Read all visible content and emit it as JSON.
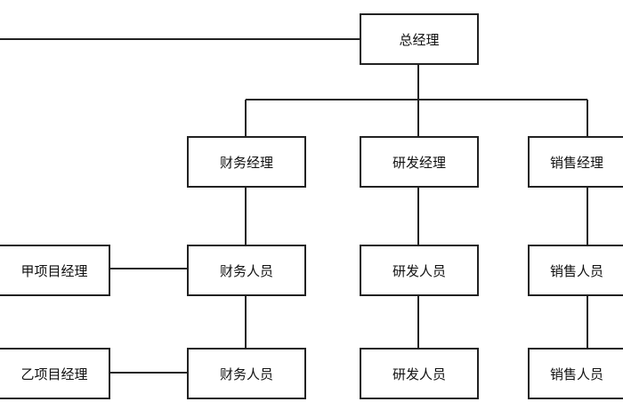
{
  "colors": {
    "line": "#222222",
    "box_border": "#222222",
    "text": "#111111",
    "background": "#ffffff"
  },
  "nodes": {
    "gm": {
      "label": "总经理"
    },
    "finance_manager": {
      "label": "财务经理"
    },
    "rd_manager": {
      "label": "研发经理"
    },
    "sales_manager": {
      "label": "销售经理"
    },
    "project_a_manager": {
      "label": "甲项目经理"
    },
    "project_b_manager": {
      "label": "乙项目经理"
    },
    "finance_staff_1": {
      "label": "财务人员"
    },
    "finance_staff_2": {
      "label": "财务人员"
    },
    "rd_staff_1": {
      "label": "研发人员"
    },
    "rd_staff_2": {
      "label": "研发人员"
    },
    "sales_staff_1": {
      "label": "销售人员"
    },
    "sales_staff_2": {
      "label": "销售人员"
    }
  }
}
